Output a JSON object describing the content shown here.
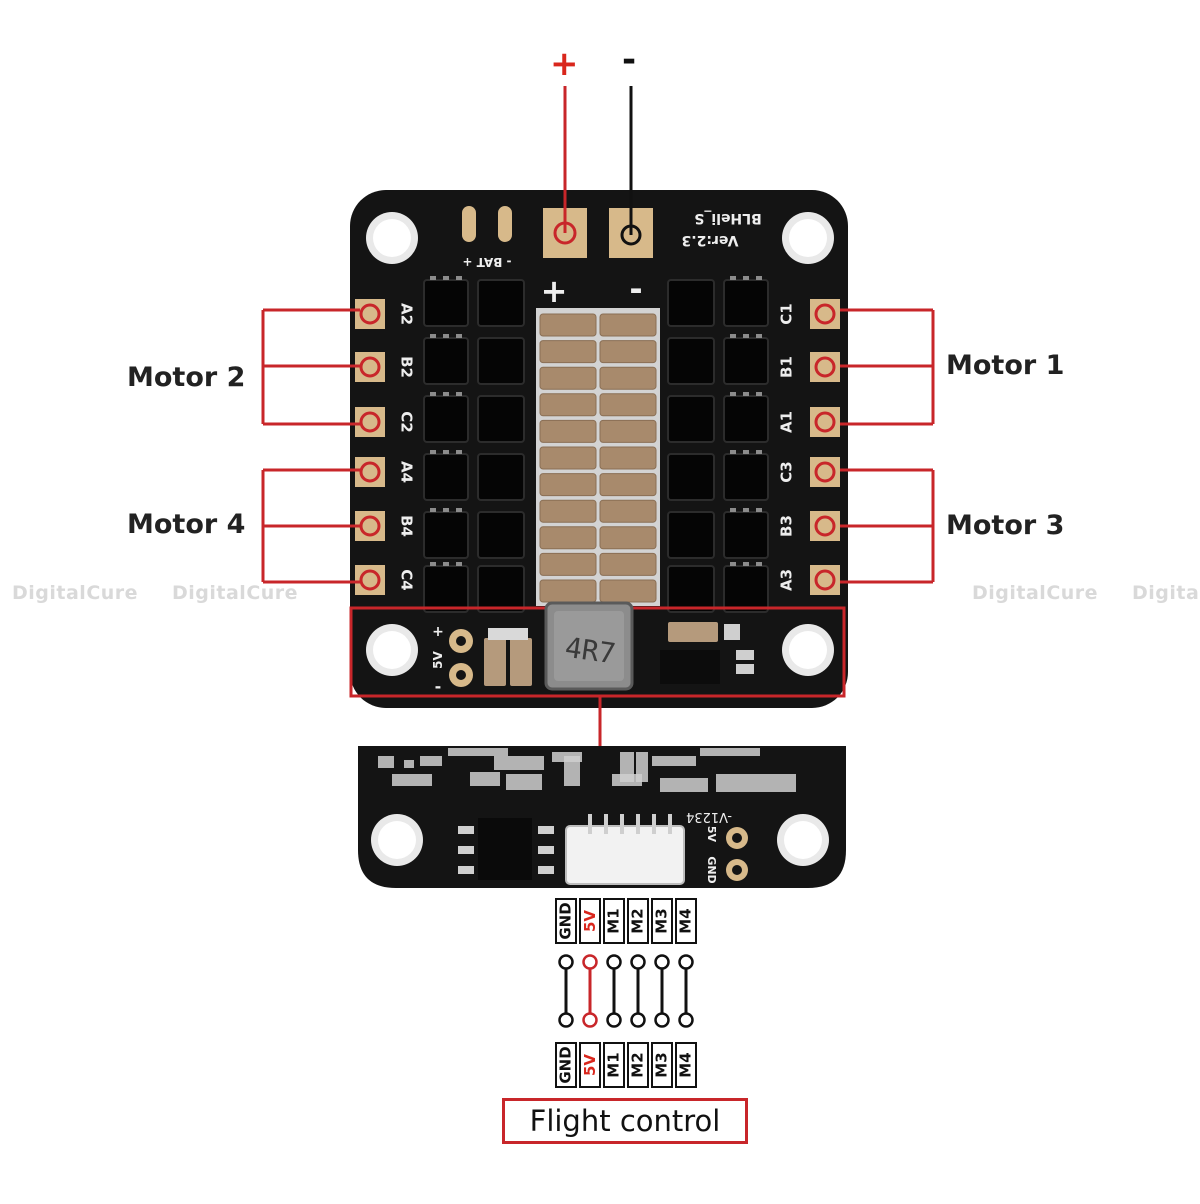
{
  "power": {
    "plus_label": "+",
    "minus_label": "-"
  },
  "board": {
    "bat_label": "- BAT +",
    "brand_label": "BLHeli_S",
    "version_label": "Ver:2.3",
    "plus_mark": "+",
    "minus_mark": "-",
    "inductor_label": "4R7",
    "reg_5v_label": "5V",
    "reg_plus_label": "+",
    "reg_minus_label": "-",
    "connector_numbers": "-V1234",
    "bottom_5v_label": "5V",
    "bottom_gnd_label": "GND"
  },
  "pads_left": [
    "A2",
    "B2",
    "C2",
    "A4",
    "B4",
    "C4"
  ],
  "pads_right": [
    "C1",
    "B1",
    "A1",
    "C3",
    "B3",
    "A3"
  ],
  "motors": {
    "m1": "Motor 1",
    "m2": "Motor 2",
    "m3": "Motor 3",
    "m4": "Motor 4"
  },
  "watermark": "DigitalCure",
  "pins_top": [
    "GND",
    "5V",
    "M1",
    "M2",
    "M3",
    "M4"
  ],
  "pins_bottom": [
    "GND",
    "5V",
    "M1",
    "M2",
    "M3",
    "M4"
  ],
  "flight_control_label": "Flight control",
  "colors": {
    "accent_red": "#c8262a",
    "pcb_black": "#141414",
    "pad_gold": "#d7b98a"
  }
}
